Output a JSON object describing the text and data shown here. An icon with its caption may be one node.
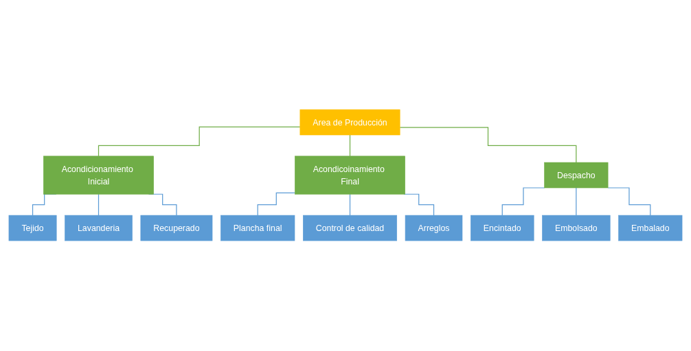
{
  "diagram": {
    "nodes": [
      {
        "text": [
          "Area de Producción"
        ]
      },
      {
        "text": [
          "Acondicionamiento Inicial"
        ]
      },
      {
        "text": [
          "Acondicoinamiento Final"
        ]
      },
      {
        "text": [
          "Despacho"
        ]
      },
      {
        "text": [
          "Tejido"
        ]
      },
      {
        "text": [
          "Plancha final"
        ]
      },
      {
        "text": [
          "Encintado"
        ]
      },
      {
        "text": [
          "Lavanderia"
        ]
      },
      {
        "text": [
          "Control de calidad"
        ]
      },
      {
        "text": [
          "Embolsado"
        ]
      },
      {
        "text": [
          "Recuperado"
        ]
      },
      {
        "text": [
          "Arreglos"
        ]
      },
      {
        "text": [
          "Embalado"
        ]
      }
    ],
    "edges": [
      {
        "from": 0,
        "to": 1,
        "arrow": "none",
        "color": "#70ad47"
      },
      {
        "from": 0,
        "to": 2,
        "arrow": "none",
        "color": "#70ad47"
      },
      {
        "from": 0,
        "to": 3,
        "arrow": "none",
        "color": "#70ad47"
      },
      {
        "from": 1,
        "to": 4,
        "arrow": "none"
      },
      {
        "from": 1,
        "to": 7,
        "arrow": "none"
      },
      {
        "from": 1,
        "to": 10,
        "arrow": "none"
      },
      {
        "from": 2,
        "to": 5,
        "arrow": "none"
      },
      {
        "from": 2,
        "to": 8,
        "arrow": "none"
      },
      {
        "from": 2,
        "to": 11,
        "arrow": "none"
      },
      {
        "from": 3,
        "to": 6,
        "arrow": "none"
      },
      {
        "from": 3,
        "to": 9,
        "arrow": "none"
      },
      {
        "from": 3,
        "to": 12,
        "arrow": "none"
      }
    ]
  }
}
